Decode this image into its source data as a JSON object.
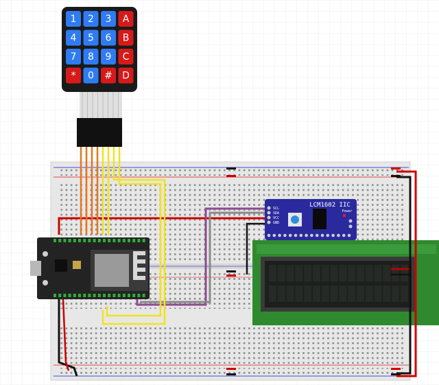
{
  "keypad": {
    "keys": [
      [
        "1",
        "2",
        "3",
        "A"
      ],
      [
        "4",
        "5",
        "6",
        "B"
      ],
      [
        "7",
        "8",
        "9",
        "C"
      ],
      [
        "*",
        "0",
        "#",
        "D"
      ]
    ],
    "num_color": "#2f7bf2",
    "letter_color": "#d61a1a",
    "body_color": "#1a1a1a"
  },
  "i2c_module": {
    "title": "LCM1602 IIC",
    "pins": [
      "SCL",
      "SDA",
      "VCC",
      "GND"
    ],
    "power_label": "Power",
    "color": "#2a2a9e"
  },
  "lcd": {
    "pcb_color": "#2f8a2f",
    "screen_color": "#1c1f1c"
  },
  "wire_colors": {
    "power": "#cc0000",
    "ground": "#111111",
    "keypad_rows": "#e2771c",
    "keypad_cols": "#f1e31a",
    "sda": "#8f4a8f",
    "scl": "#8a8a8a"
  }
}
